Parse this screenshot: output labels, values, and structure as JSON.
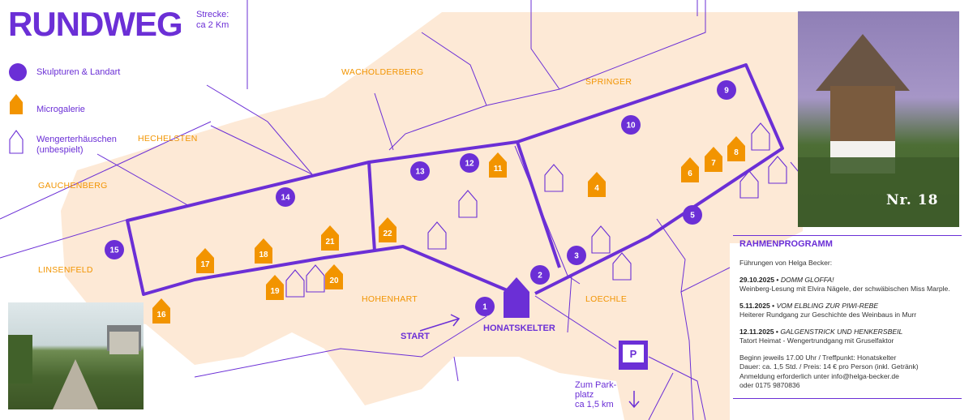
{
  "header": {
    "title": "RUNDWEG",
    "distance_label": "Strecke:",
    "distance_value": "ca 2 Km"
  },
  "legend": [
    {
      "label": "Skulpturen & Landart",
      "icon": "circle-marker-icon",
      "color": "#6b2fd6"
    },
    {
      "label": "Microgalerie",
      "icon": "house-marker-icon",
      "color": "#f29400"
    },
    {
      "label": "Wengerterhäuschen (unbespielt)",
      "icon": "house-outline-icon",
      "color": "#6b2fd6"
    }
  ],
  "places": [
    "WACHOLDERBERG",
    "SPRINGER",
    "HECHELSTEN",
    "GAUCHENBERG",
    "LINSENFELD",
    "HOHENHART",
    "LOECHLE"
  ],
  "markers": {
    "sculptures": [
      "1",
      "2",
      "3",
      "5",
      "9",
      "10",
      "12",
      "13",
      "14",
      "15"
    ],
    "galleries": [
      "4",
      "6",
      "7",
      "8",
      "11",
      "16",
      "17",
      "18",
      "19",
      "20",
      "21",
      "22"
    ]
  },
  "labels": {
    "start": "START",
    "honatskelter": "HONATSKELTER",
    "parking_icon": "P",
    "parking_text": [
      "Zum Park-",
      "platz",
      "ca 1,5 km"
    ]
  },
  "photo_caption": "Nr. 18",
  "program": {
    "title": "RAHMENPROGRAMM",
    "intro": "Führungen von  Helga Becker:",
    "events": [
      {
        "date": "29.10.2025",
        "name": "DOMM GLOFFA!",
        "desc": "Weinberg-Lesung mit Elvira Nägele, der schwäbischen Miss Marple."
      },
      {
        "date": "5.11.2025",
        "name": "VOM ELBLING ZUR PIWI-REBE",
        "desc": "Heiterer Rundgang zur Geschichte des Weinbaus in Murr"
      },
      {
        "date": "12.11.2025",
        "name": "GALGENSTRICK UND HENKERSBEIL",
        "desc": "Tatort Heimat - Wengertrundgang mit Gruselfaktor"
      }
    ],
    "footer": [
      "Beginn jeweils 17.00 Uhr / Treffpunkt: Honatskelter",
      "Dauer: ca. 1,5 Std. / Preis: 14 € pro Person (inkl. Getränk)",
      "Anmeldung erforderlich unter info@helga-becker.de",
      "oder 0175 9870836"
    ]
  },
  "colors": {
    "purple": "#6b2fd6",
    "orange": "#f29400",
    "area": "#fde9d6"
  }
}
